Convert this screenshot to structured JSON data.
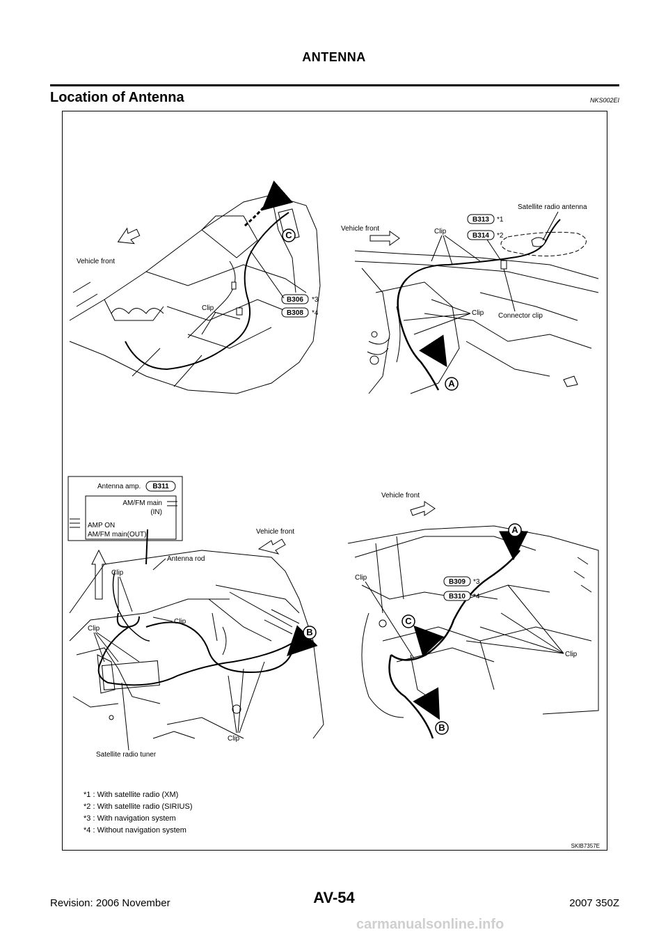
{
  "header": {
    "title": "ANTENNA"
  },
  "section": {
    "title": "Location of Antenna",
    "code": "NKS002EI"
  },
  "figure": {
    "id": "SKIB7357E",
    "top_left": {
      "vehicle_front": "Vehicle front",
      "clip": "Clip",
      "marker": "C",
      "connector_a": "B306",
      "connector_a_note": "*3",
      "connector_b": "B308",
      "connector_b_note": "*4"
    },
    "top_right": {
      "vehicle_front": "Vehicle front",
      "clip_top": "Clip",
      "clip_mid": "Clip",
      "connector_clip": "Connector clip",
      "satellite_antenna": "Satellite radio antenna",
      "connector_a": "B313",
      "connector_a_note": "*1",
      "connector_b": "B314",
      "connector_b_note": "*2",
      "marker": "A"
    },
    "bottom_left": {
      "amp_title": "Antenna amp.",
      "amp_connector": "B311",
      "pin_main_in_1": "AM/FM main",
      "pin_main_in_2": "(IN)",
      "pin_amp_on": "AMP ON",
      "pin_main_out": "AM/FM main(OUT)",
      "vehicle_front": "Vehicle front",
      "antenna_rod": "Antenna rod",
      "clip_upper": "Clip",
      "clip_mid": "Clip",
      "clip_left": "Clip",
      "clip_bottom": "Clip",
      "marker": "B",
      "satellite_tuner": "Satellite radio tuner"
    },
    "bottom_right": {
      "vehicle_front": "Vehicle front",
      "clip_left": "Clip",
      "clip_right": "Clip",
      "connector_a": "B309",
      "connector_a_note": "*3",
      "connector_b": "B310",
      "connector_b_note": "*4",
      "marker_a": "A",
      "marker_c": "C",
      "marker_b": "B"
    },
    "notes": [
      "*1 : With satellite radio (XM)",
      "*2 : With satellite radio (SIRIUS)",
      "*3 : With navigation system",
      "*4 : Without navigation system"
    ]
  },
  "footer": {
    "revision": "Revision: 2006 November",
    "page": "AV-54",
    "model": "2007 350Z",
    "watermark": "carmanualsonline.info"
  }
}
